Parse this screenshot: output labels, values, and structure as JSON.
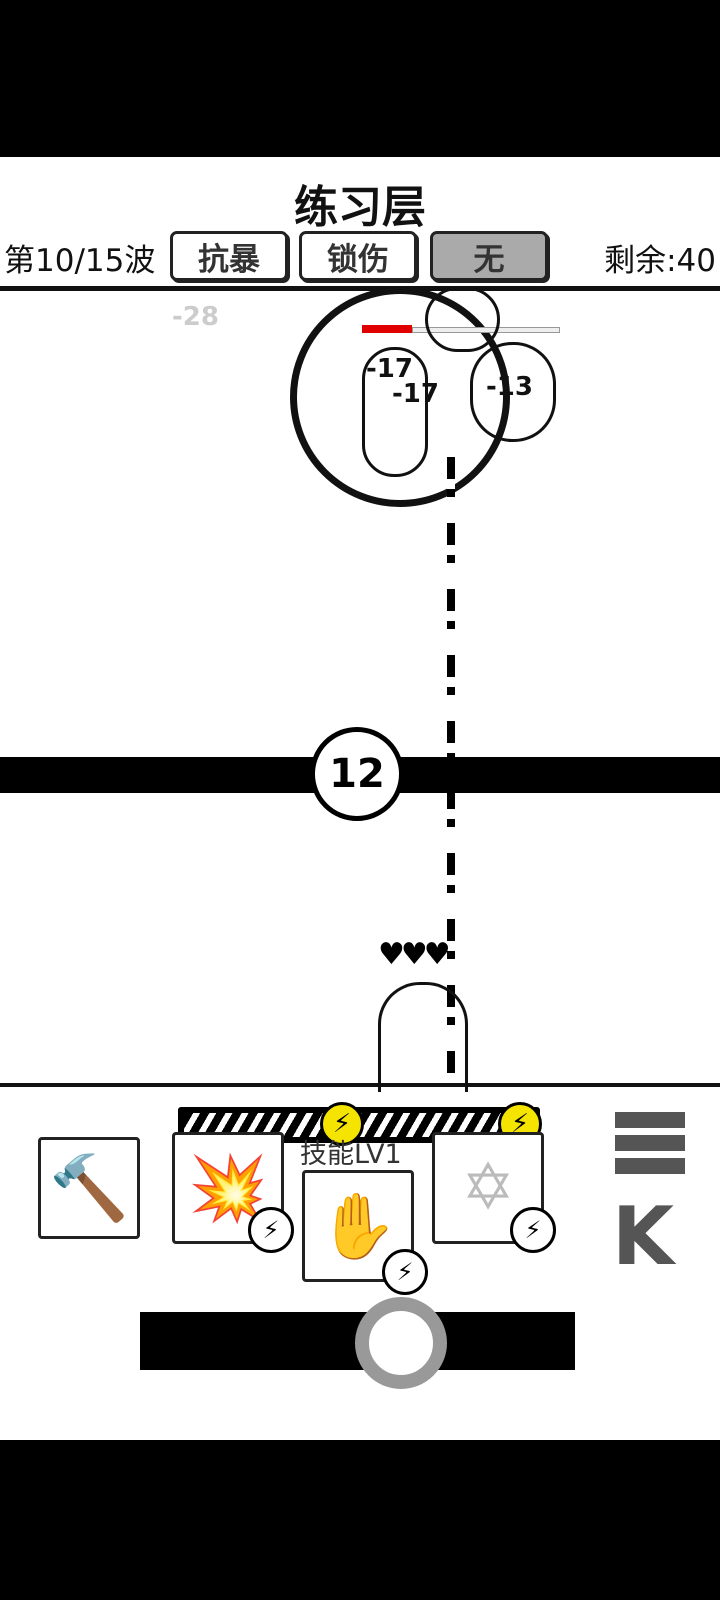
{
  "header": {
    "title": "练习层",
    "wave": "第10/15波",
    "tags": [
      "抗暴",
      "锁伤",
      "无"
    ],
    "selected_tag": "无",
    "remaining": "剩余:40"
  },
  "battlefield": {
    "counter": "12",
    "damage_numbers": [
      "-28",
      "-17",
      "-17",
      "-13"
    ],
    "player_hearts": 3
  },
  "skills": {
    "level_label": "技能LV1",
    "energy_charges": 2,
    "icons": [
      "hammer-icon",
      "explosion-icon",
      "fire-hand-icon",
      "hexagram-icon"
    ]
  },
  "side": {
    "icons": [
      "menu-icon",
      "back-icon"
    ]
  },
  "colors": {
    "energy": "#f5e400",
    "enemy_health": "#e00000",
    "knob": "#999999"
  }
}
